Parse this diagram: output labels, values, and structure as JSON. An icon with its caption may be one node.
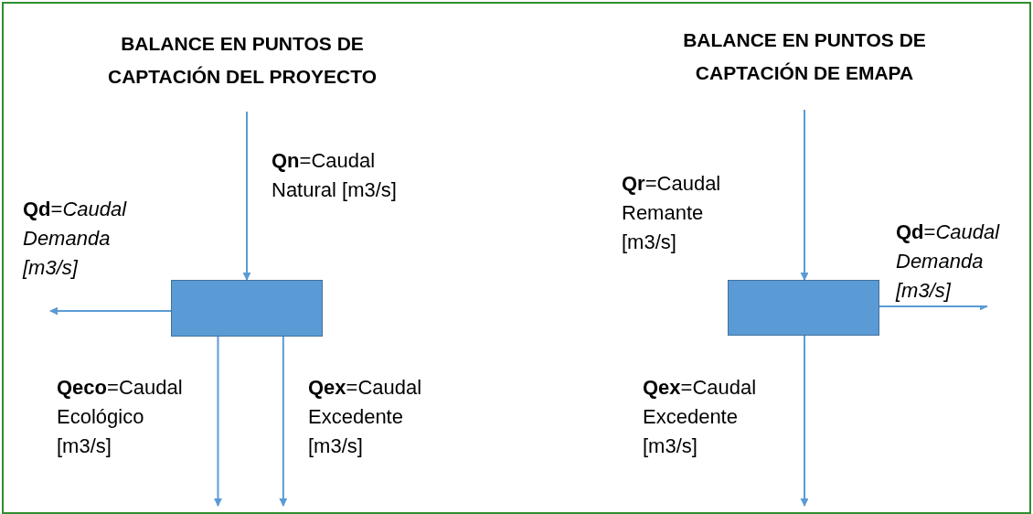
{
  "diagram": {
    "nodes": [
      {
        "text": [],
        "shape": "box"
      },
      {
        "text": [],
        "shape": "box"
      }
    ],
    "edges": [
      {
        "from": null,
        "to": 0,
        "arrow": "to",
        "label": "**Qn**=Caudal Natural [m3/s]"
      },
      {
        "from": 0,
        "to": null,
        "arrow": "to",
        "label": "**Qd**=*Caudal Demanda [m3/s]*"
      },
      {
        "from": 0,
        "to": null,
        "arrow": "to",
        "label": "**Qeco**=Caudal Ecológico [m3/s]"
      },
      {
        "from": 0,
        "to": null,
        "arrow": "to",
        "label": "**Qex**=Caudal Excedente [m3/s]"
      },
      {
        "from": null,
        "to": 1,
        "arrow": "to",
        "label": "**Qr**=Caudal Remante [m3/s]"
      },
      {
        "from": 1,
        "to": null,
        "arrow": "to",
        "label": "**Qd**=*Caudal Demanda [m3/s]*"
      },
      {
        "from": 1,
        "to": null,
        "arrow": "to",
        "label": "**Qex**=Caudal Excedente [m3/s]"
      }
    ],
    "labels": [
      "BALANCE EN PUNTOS DE CAPTACIÓN DEL PROYECTO",
      "BALANCE EN PUNTOS DE CAPTACIÓN DE EMAPA"
    ]
  }
}
